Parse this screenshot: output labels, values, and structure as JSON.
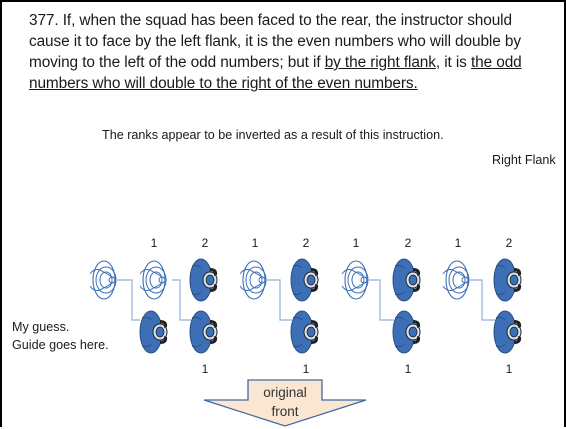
{
  "paragraph": {
    "part1": "377. If, when the squad has been faced to the rear, the instructor should cause it to face by the left flank, it is the even numbers who will double by moving to the left of the odd numbers; but if ",
    "part2_underlined": "by the right flank",
    "part3": ", it is ",
    "part4_underlined": "the odd numbers who will double to the right of the even numbers."
  },
  "note": "The ranks appear to be inverted as a result of this instruction.",
  "right_flank_label": "Right Flank",
  "guess_label": {
    "line1": "My guess.",
    "line2": "Guide goes here."
  },
  "top_labels": [
    "1",
    "2",
    "1",
    "2",
    "1",
    "2",
    "1",
    "2"
  ],
  "bottom_labels": [
    "1",
    "1",
    "1",
    "1"
  ],
  "arrow": {
    "line1": "original",
    "line2": "front"
  },
  "colors": {
    "soldier_fill": "#3d6fb6",
    "soldier_stroke": "#2a4f86",
    "ghost_stroke": "#3d6fb6",
    "arrow_fill": "#fbe6d1",
    "arrow_stroke": "#3f6aa6",
    "connector": "#8fb0dc"
  }
}
